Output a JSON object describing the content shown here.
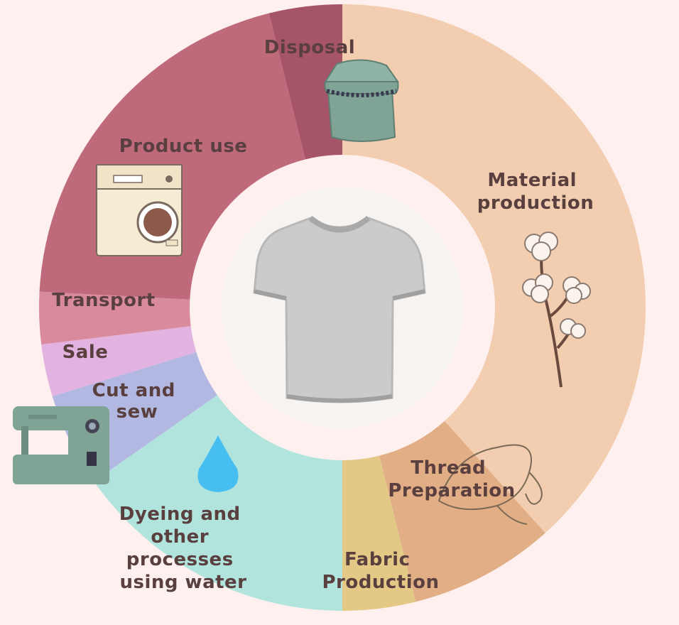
{
  "diagram": {
    "center_icon": "tshirt-icon",
    "colors": {
      "background": "#fdf0ee",
      "center_disc": "#fdf0ee",
      "center_inner": "#f7f3f0",
      "label_text": "#5a3f3f"
    },
    "segments": [
      {
        "id": "material",
        "lines": [
          "Material",
          "production"
        ],
        "color": "#f2cdb0",
        "icon": "cotton-plant-icon"
      },
      {
        "id": "thread",
        "lines": [
          "Thread",
          "Preparation"
        ],
        "color": "#e2ae86",
        "icon": "thread-icon"
      },
      {
        "id": "fabric",
        "lines": [
          "Fabric",
          "Production"
        ],
        "color": "#e3c886",
        "icon": ""
      },
      {
        "id": "dyeing",
        "lines": [
          "Dyeing and",
          "other",
          "processes",
          "using water"
        ],
        "color": "#b2e4de",
        "icon": "water-drop-icon"
      },
      {
        "id": "cut",
        "lines": [
          "Cut and",
          "sew"
        ],
        "color": "#b2b8e2",
        "icon": "sewing-machine-icon"
      },
      {
        "id": "sale",
        "lines": [
          "Sale"
        ],
        "color": "#e2b2e0",
        "icon": ""
      },
      {
        "id": "transport",
        "lines": [
          "Transport"
        ],
        "color": "#d98a9c",
        "icon": ""
      },
      {
        "id": "use",
        "lines": [
          "Product use"
        ],
        "color": "#bf6a7a",
        "icon": "washing-machine-icon"
      },
      {
        "id": "disposal",
        "lines": [
          "Disposal"
        ],
        "color": "#a65468",
        "icon": "trash-bin-icon"
      }
    ]
  }
}
